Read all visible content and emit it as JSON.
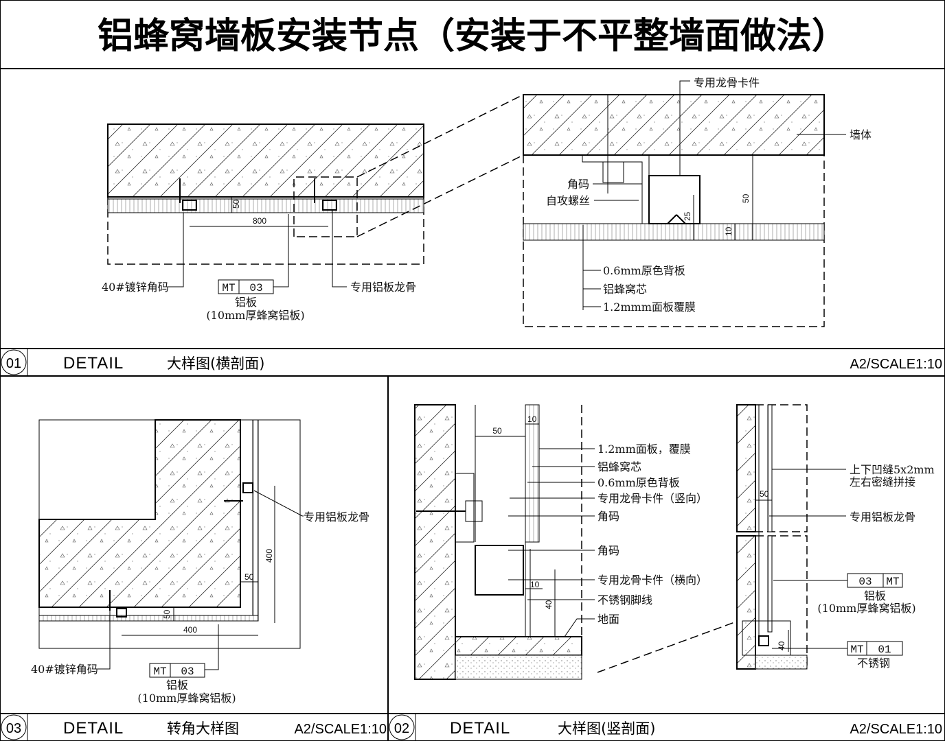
{
  "title": "铝蜂窝墙板安装节点（安装于不平整墙面做法）",
  "detail_01": {
    "number": "01",
    "detail_label": "DETAIL",
    "name": "大样图(横剖面)",
    "scale": "A2/SCALE1:10",
    "left": {
      "dim_50": "50",
      "dim_800": "800",
      "label_angle": "40#镀锌角码",
      "tag_mt": "MT",
      "tag_no": "03",
      "material": "铝板",
      "material_note": "(10mm厚蜂窝铝板)",
      "label_keel": "专用铝板龙骨"
    },
    "right": {
      "label_clip": "专用龙骨卡件",
      "label_wall": "墙体",
      "label_angle": "角码",
      "label_screw": "自攻螺丝",
      "dim_50": "50",
      "dim_25": "25",
      "dim_10": "10",
      "label_back": "0.6mm原色背板",
      "label_core": "铝蜂窝芯",
      "label_face": "1.2mmm面板覆膜"
    }
  },
  "detail_03": {
    "number": "03",
    "detail_label": "DETAIL",
    "name": "转角大样图",
    "scale": "A2/SCALE1:10",
    "label_keel": "专用铝板龙骨",
    "dim_400_v": "400",
    "dim_50_v": "50",
    "dim_50_h": "50",
    "dim_400_h": "400",
    "label_angle": "40#镀锌角码",
    "tag_mt": "MT",
    "tag_no": "03",
    "material": "铝板",
    "material_note": "(10mm厚蜂窝铝板)"
  },
  "detail_02": {
    "number": "02",
    "detail_label": "DETAIL",
    "name": "大样图(竖剖面)",
    "scale": "A2/SCALE1:10",
    "dim_10_top": "10",
    "dim_50": "50",
    "dim_10_bottom": "10",
    "dim_40": "40",
    "labels": [
      "1.2mm面板，覆膜",
      "铝蜂窝芯",
      "0.6mm原色背板",
      "专用龙骨卡件（竖向）",
      "角码",
      "角码",
      "专用龙骨卡件（横向）",
      "不锈钢脚线",
      "地面"
    ],
    "side": {
      "label_joint_1": "上下凹缝5x2mm",
      "label_joint_2": "左右密缝拼接",
      "dim_50": "50",
      "label_keel": "专用铝板龙骨",
      "tag1_no": "03",
      "tag1_mt": "MT",
      "material1": "铝板",
      "material1_note": "(10mm厚蜂窝铝板)",
      "dim_40": "40",
      "tag2_mt": "MT",
      "tag2_no": "01",
      "material2": "不锈钢"
    }
  }
}
